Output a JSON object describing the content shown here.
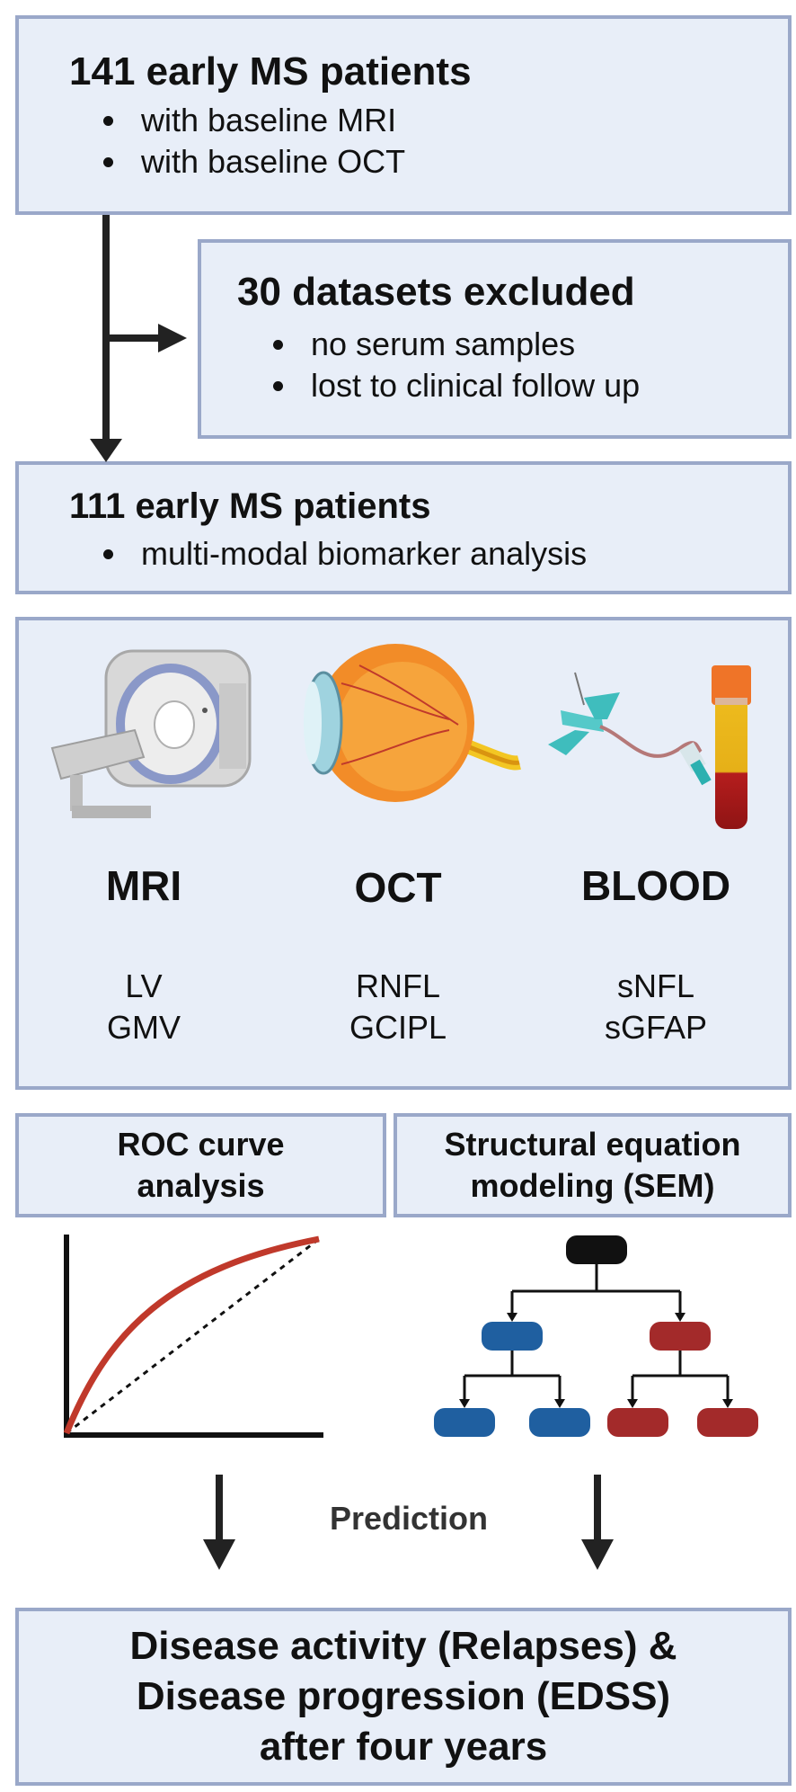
{
  "box1": {
    "title": "141 early MS patients",
    "items": [
      "with baseline MRI",
      "with baseline OCT"
    ]
  },
  "box2": {
    "title": "30 datasets excluded",
    "items": [
      "no serum samples",
      "lost to clinical follow up"
    ]
  },
  "box3": {
    "title": "111 early MS patients",
    "items": [
      "multi-modal biomarker analysis"
    ]
  },
  "modalities": [
    {
      "name": "MRI",
      "items": [
        "LV",
        "GMV"
      ],
      "icon": "mri-scanner-icon"
    },
    {
      "name": "OCT",
      "items": [
        "RNFL",
        "GCIPL"
      ],
      "icon": "eye-icon"
    },
    {
      "name": "BLOOD",
      "items": [
        "sNFL",
        "sGFAP"
      ],
      "icon": "blood-tube-icon"
    }
  ],
  "methods": {
    "roc": "ROC curve\nanalysis",
    "sem": "Structural equation\nmodeling (SEM)"
  },
  "prediction_label": "Prediction",
  "outcome": "Disease activity (Relapses) &\nDisease progression (EDSS)\nafter four years",
  "colors": {
    "box_fill": "#e8eef8",
    "box_border": "#9aa8c9",
    "roc_curve": "#c0392b",
    "sem_blue": "#1f5fa0",
    "sem_red": "#a32a2a"
  }
}
